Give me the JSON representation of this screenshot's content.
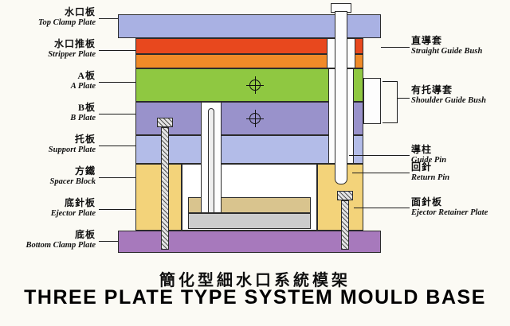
{
  "left_labels": [
    {
      "zh": "水口板",
      "en": "Top Clamp Plate"
    },
    {
      "zh": "水口推板",
      "en": "Stripper Plate"
    },
    {
      "zh": "A板",
      "en": "A Plate"
    },
    {
      "zh": "B板",
      "en": "B Plate"
    },
    {
      "zh": "托板",
      "en": "Support Plate"
    },
    {
      "zh": "方鐵",
      "en": "Spacer Block"
    },
    {
      "zh": "底針板",
      "en": "Ejector Plate"
    },
    {
      "zh": "底板",
      "en": "Bottom Clamp Plate"
    }
  ],
  "right_labels": [
    {
      "zh": "直導套",
      "en": "Straight Guide Bush"
    },
    {
      "zh": "有托導套",
      "en": "Shoulder Guide Bush"
    },
    {
      "zh": "導柱",
      "en": "Guide Pin"
    },
    {
      "zh": "回針",
      "en": "Return Pin"
    },
    {
      "zh": "面針板",
      "en": "Ejector Retainer Plate"
    }
  ],
  "title": {
    "zh": "簡化型細水口系統模架",
    "en": "THREE PLATE TYPE SYSTEM MOULD BASE"
  },
  "colors": {
    "top_clamp": "#a9b1e3",
    "stripper_red": "#e8481e",
    "stripper_orange": "#f08a28",
    "a_plate": "#8fc841",
    "b_plate": "#9992cb",
    "support_plate": "#b3bce8",
    "spacer_block": "#f3d37a",
    "interior": "#ffffff",
    "ejector_retainer": "#d9c48e",
    "ejector_plate": "#cccccc",
    "bottom_clamp": "#a779bc"
  }
}
